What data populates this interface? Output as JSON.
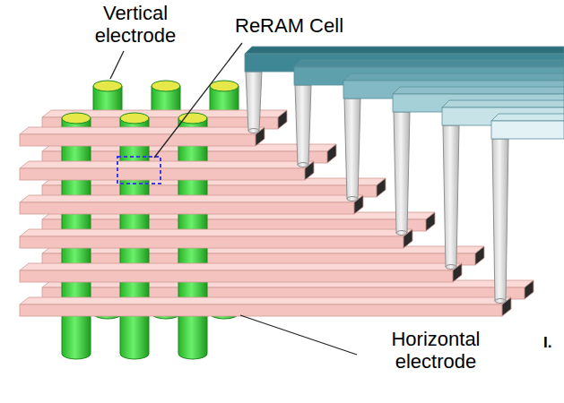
{
  "diagram": {
    "labels": [
      "Vertical electrode",
      "ReRAM Cell",
      "Horizontal electrode",
      "I."
    ]
  }
}
